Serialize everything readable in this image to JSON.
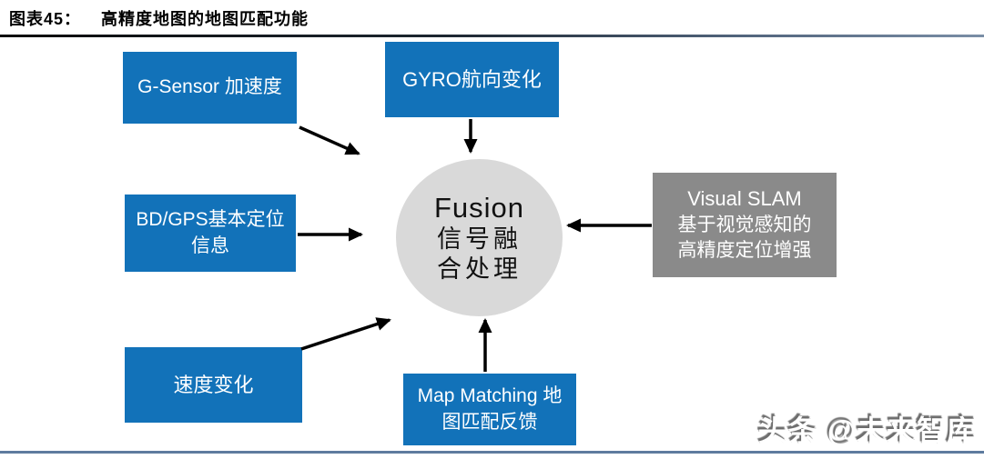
{
  "title": {
    "tag": "图表45：",
    "text": "高精度地图的地图匹配功能"
  },
  "diagram": {
    "center": {
      "id": "fusion",
      "lines": [
        "Fusion",
        "信号融",
        "合处理"
      ]
    },
    "nodes": {
      "gsensor": {
        "lines": [
          "G-Sensor 加速度"
        ]
      },
      "gyro": {
        "lines": [
          "GYRO航向变化"
        ]
      },
      "bdgps": {
        "lines": [
          "BD/GPS基本定位",
          "信息"
        ]
      },
      "vslam": {
        "lines": [
          "Visual SLAM",
          "基于视觉感知的",
          "高精度定位增强"
        ]
      },
      "speed": {
        "lines": [
          "速度变化"
        ]
      },
      "mapmatch": {
        "lines": [
          "Map Matching 地",
          "图匹配反馈"
        ]
      }
    },
    "edges": [
      {
        "from": "gsensor",
        "to": "fusion"
      },
      {
        "from": "gyro",
        "to": "fusion"
      },
      {
        "from": "bdgps",
        "to": "fusion"
      },
      {
        "from": "vslam",
        "to": "fusion"
      },
      {
        "from": "speed",
        "to": "fusion"
      },
      {
        "from": "mapmatch",
        "to": "fusion"
      }
    ]
  },
  "watermark": {
    "text": "头条 @未来智库"
  },
  "colors": {
    "node_blue": "#1272B9",
    "node_gray": "#8A8A8A",
    "circle_gray": "#D9D9D9",
    "arrow": "#000000",
    "bottom_rule": "#5E7B9E"
  }
}
